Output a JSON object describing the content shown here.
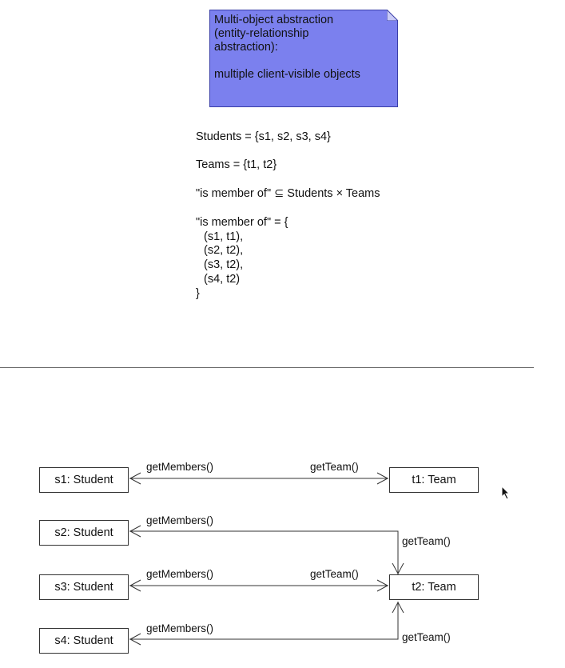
{
  "note": {
    "lines": [
      "Multi-object abstraction",
      "(entity-relationship",
      "abstraction):",
      "multiple client-visible objects"
    ],
    "color": "#7b80ee"
  },
  "formulas": {
    "students": "Students = {s1, s2, s3, s4}",
    "teams": "Teams = {t1, t2}",
    "relation": "\"is member of\" ⊆ Students × Teams",
    "membership_open": "\"is member of\" = {",
    "pairs": [
      "(s1, t1),",
      "(s2, t2),",
      "(s3, t2),",
      "(s4, t2)"
    ],
    "membership_close": "}"
  },
  "diagram": {
    "students": [
      "s1: Student",
      "s2: Student",
      "s3: Student",
      "s4: Student"
    ],
    "teams": [
      "t1: Team",
      "t2: Team"
    ],
    "edge_labels": {
      "s1_left": "getMembers()",
      "s1_right": "getTeam()",
      "s2_left": "getMembers()",
      "s2_right": "getTeam()",
      "s3_left": "getMembers()",
      "s3_right": "getTeam()",
      "s4_left": "getMembers()",
      "s4_right": "getTeam()"
    }
  }
}
